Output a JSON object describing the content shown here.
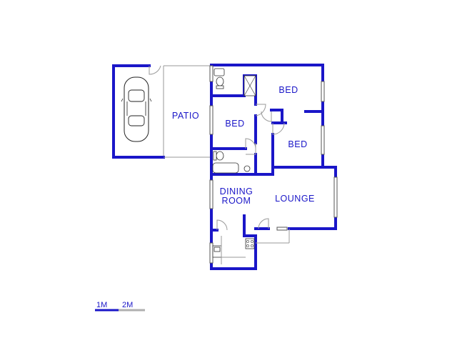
{
  "rooms": {
    "patio": "PATIO",
    "bed1": "BED",
    "bed2": "BED",
    "bed3": "BED",
    "dining_line1": "DINING",
    "dining_line2": "ROOM",
    "lounge": "LOUNGE"
  },
  "scale": {
    "label_1": "1M",
    "label_2": "2M"
  },
  "colors": {
    "wall": "#1a16c8",
    "scale_secondary": "#b0b0b0"
  }
}
